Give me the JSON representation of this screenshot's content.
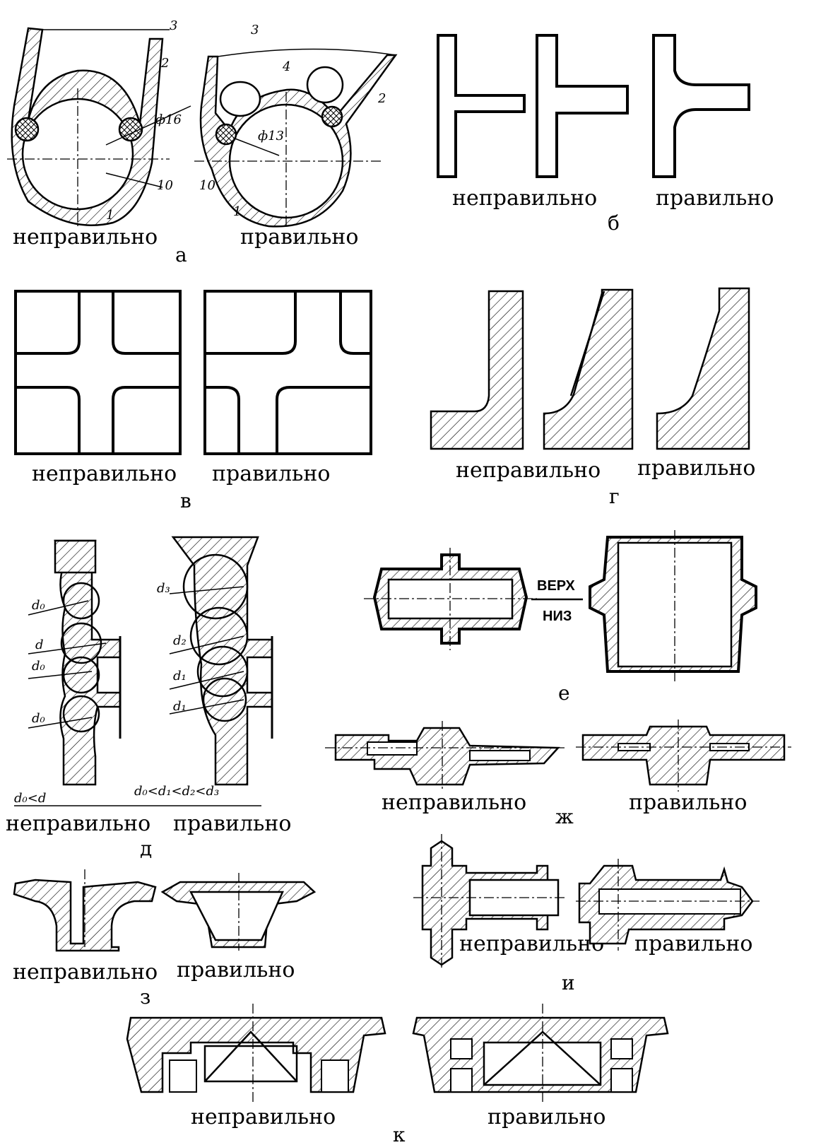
{
  "labels": {
    "wrong": "неправильно",
    "right": "правильно"
  },
  "panels": {
    "a": {
      "letter": "а",
      "dims": {
        "d16": "ф16",
        "d13": "ф13",
        "t10a": "10",
        "t10b": "10"
      },
      "parts": {
        "p1": "1",
        "p2": "2",
        "p3": "3",
        "p4": "4"
      }
    },
    "b": {
      "letter": "б"
    },
    "v": {
      "letter": "в"
    },
    "g": {
      "letter": "г"
    },
    "d": {
      "letter": "д",
      "symbols": {
        "d0": "d₀",
        "d": "d",
        "d1": "d₁",
        "d2": "d₂",
        "d3": "d₃"
      },
      "rule_wrong": "d₀<d",
      "rule_right": "d₀<d₁<d₂<d₃"
    },
    "e": {
      "letter": "е",
      "top": "ВЕРХ",
      "bottom": "НИЗ"
    },
    "zh": {
      "letter": "ж"
    },
    "z": {
      "letter": "з"
    },
    "i": {
      "letter": "и"
    },
    "k": {
      "letter": "к"
    }
  }
}
